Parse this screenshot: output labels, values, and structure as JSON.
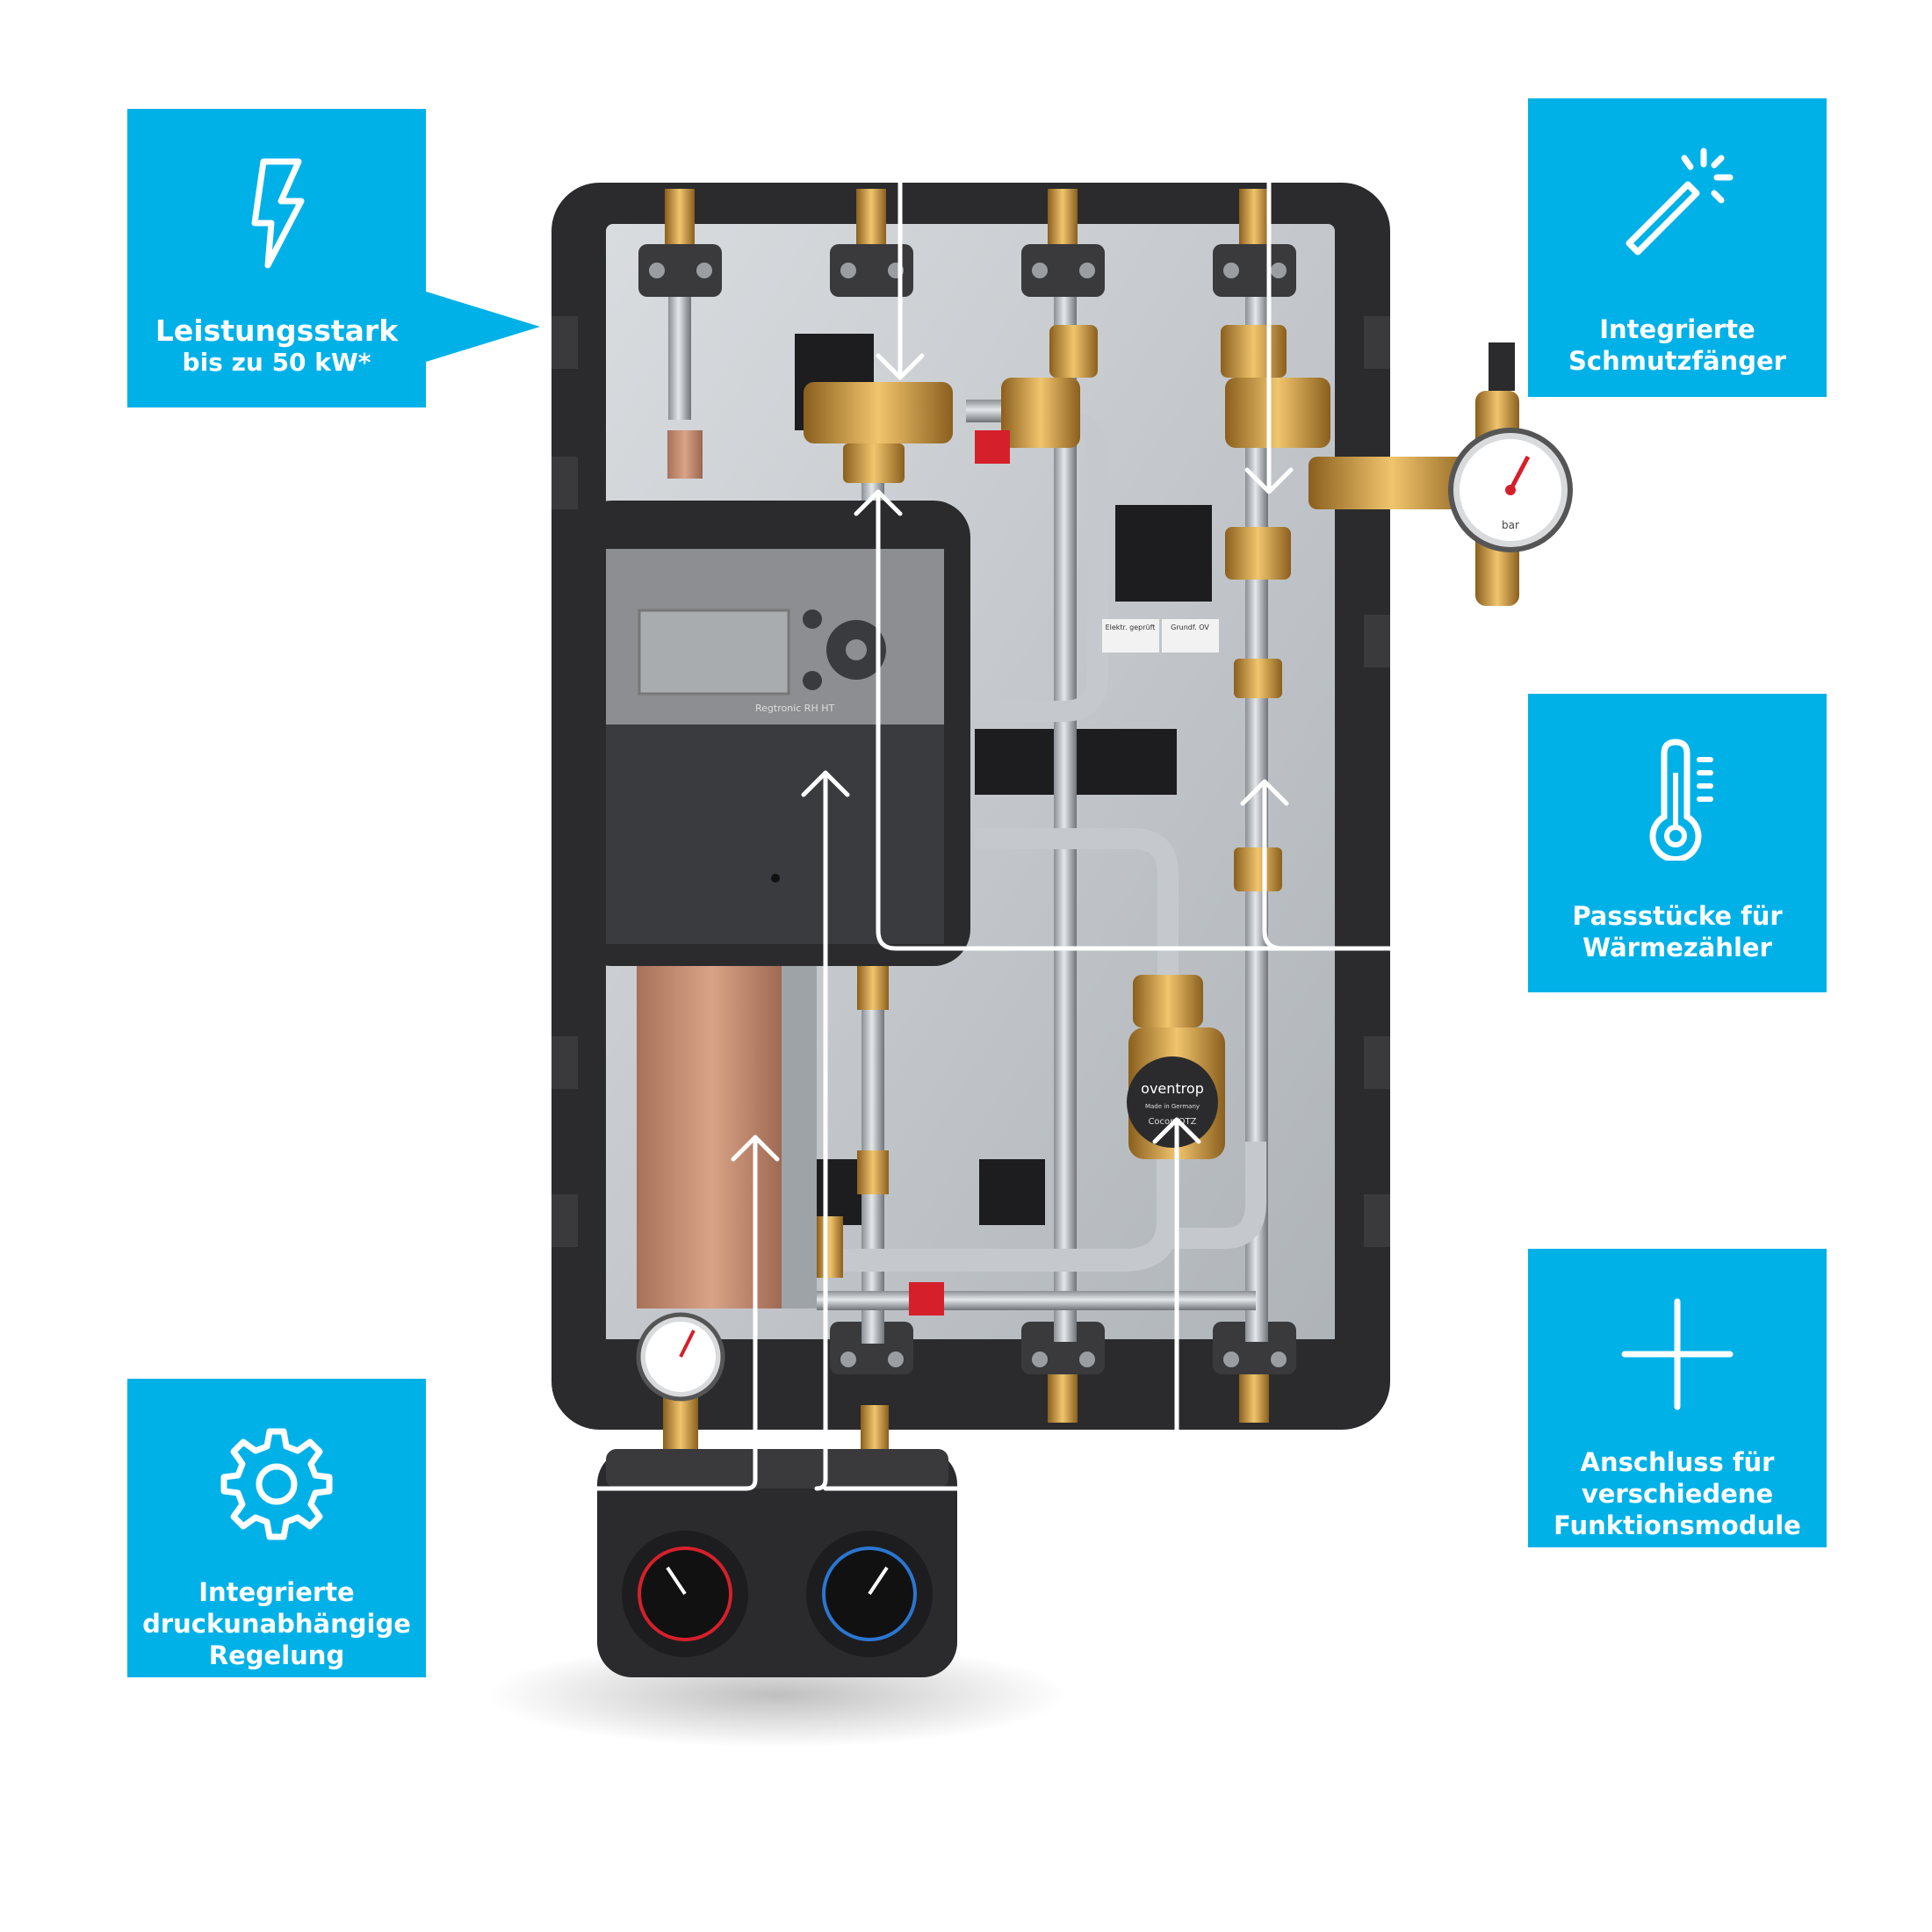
{
  "callouts": {
    "power": {
      "title": "Leistungsstark",
      "subtitle": "bis zu 50 kW*",
      "icon": "lightning-icon"
    },
    "dirt_trap": {
      "line1": "Integrierte",
      "line2": "Schmutzfänger",
      "icon": "magic-wand-icon"
    },
    "fittings": {
      "line1": "Passstücke für",
      "line2": "Wärmezähler",
      "icon": "thermometer-icon"
    },
    "control": {
      "line1": "Integrierte",
      "line2": "druckunabhängige",
      "line3": "Regelung",
      "icon": "gear-icon"
    },
    "modules": {
      "line1": "Anschluss für",
      "line2": "verschiedene",
      "line3": "Funktionsmodule",
      "icon": "plus-icon"
    }
  },
  "device": {
    "controller_label": "Regtronic RH HT",
    "sticker_1": "Elektr. geprüft",
    "sticker_2": "Grundf. OV",
    "valve_brand": "oventrop",
    "valve_made": "Made in Germany",
    "valve_model": "Cocon QTZ",
    "gauge_unit": "bar"
  },
  "colors": {
    "accent": "#00b1e8",
    "insulation": "#2b2b2d",
    "brass": "#c9953f",
    "steel": "#b8bcc0",
    "copper": "#c48a6c"
  }
}
